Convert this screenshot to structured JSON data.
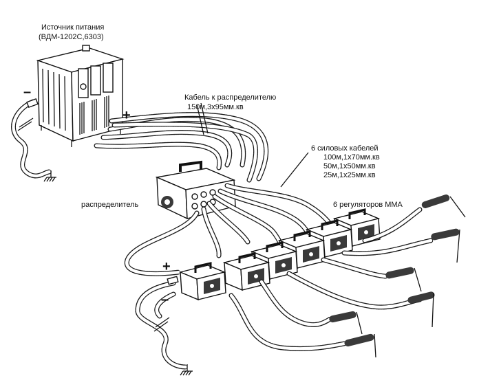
{
  "labels": {
    "source_title": "Источник питания",
    "source_model": "(ВДМ-1202С,6303)",
    "feed_cable_title": "Кабель к распределителю",
    "feed_cable_spec": "150м,3х95мм.кв",
    "cables_title": "6 силовых кабелей",
    "cables_spec_1": "100м,1х70мм.кв",
    "cables_spec_2": "50м,1х50мм.кв",
    "cables_spec_3": "25м,1х25мм.кв",
    "distributor": "распределитель",
    "regulators": "6 регуляторов ММА",
    "plus_top": "+",
    "minus_top": "–",
    "plus_bottom": "+",
    "minus_bottom": "–"
  },
  "icons": {
    "source": "welding-power-source-icon",
    "distributor": "distributor-box-icon",
    "regulator": "mma-regulator-icon",
    "holder": "electrode-holder-icon",
    "ground": "ground-clamp-icon"
  }
}
